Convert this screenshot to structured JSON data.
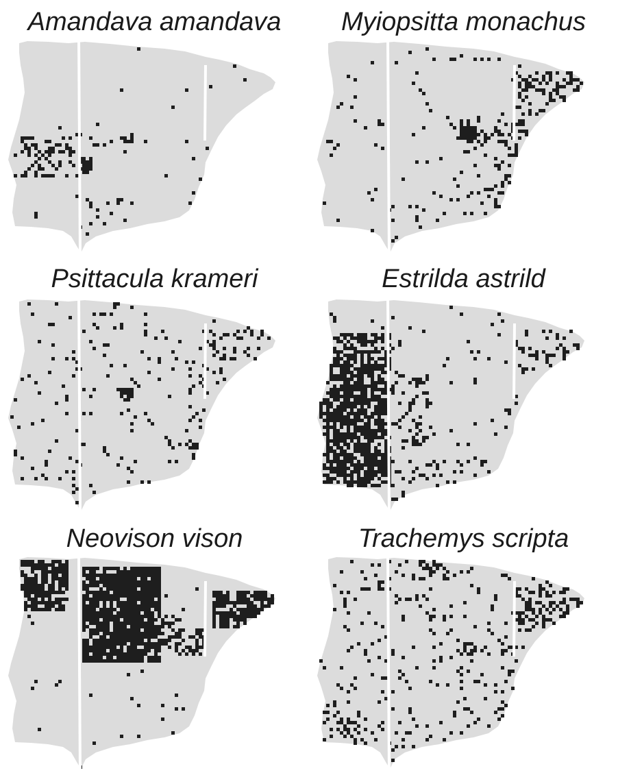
{
  "colors": {
    "land": "#dcdcdc",
    "presence": "#1e1e1e",
    "background": "#ffffff",
    "seam": "#ffffff"
  },
  "panels": [
    {
      "id": "amandava",
      "title": "Amandava amandava",
      "pattern": "southwest-belt"
    },
    {
      "id": "myiopsitta",
      "title": "Myiopsitta monachus",
      "pattern": "madrid-and-east-coast"
    },
    {
      "id": "psittacula",
      "title": "Psittacula krameri",
      "pattern": "scattered-with-madrid-cluster"
    },
    {
      "id": "estrilda",
      "title": "Estrilda astrild",
      "pattern": "portugal-dense"
    },
    {
      "id": "neovison",
      "title": "Neovison vison",
      "pattern": "north-central-dense"
    },
    {
      "id": "trachemys",
      "title": "Trachemys scripta",
      "pattern": "scattered-east-coast"
    }
  ]
}
